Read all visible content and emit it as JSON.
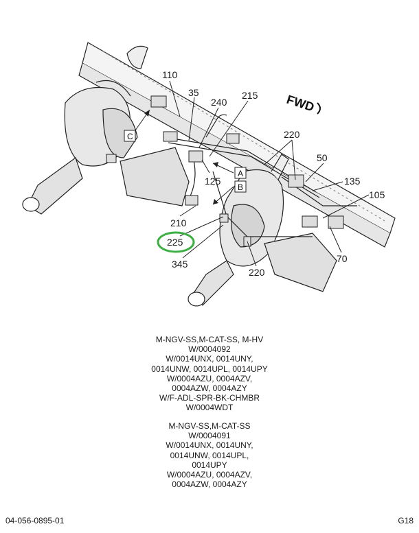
{
  "diagram": {
    "fwd_label": "FWD",
    "callouts": [
      "110",
      "35",
      "240",
      "215",
      "220",
      "50",
      "135",
      "105",
      "125",
      "210",
      "225",
      "345",
      "220",
      "70"
    ],
    "box_labels": [
      "C",
      "A",
      "B"
    ],
    "highlight_color": "#3cb043"
  },
  "notes": {
    "block1": [
      "M-NGV-SS,M-CAT-SS, M-HV",
      "W/0004092",
      "W/0014UNX, 0014UNY,",
      "0014UNW, 0014UPL, 0014UPY",
      "W/0004AZU, 0004AZV,",
      "0004AZW, 0004AZY",
      "W/F-ADL-SPR-BK-CHMBR",
      "W/0004WDT"
    ],
    "block2": [
      "M-NGV-SS,M-CAT-SS",
      "W/0004091",
      "W/0014UNX, 0014UNY,",
      "0014UNW, 0014UPL,",
      "0014UPY",
      "W/0004AZU, 0004AZV,",
      "0004AZW, 0004AZY"
    ]
  },
  "footer": {
    "doc_id": "04-056-0895-01",
    "page_code": "G18"
  }
}
